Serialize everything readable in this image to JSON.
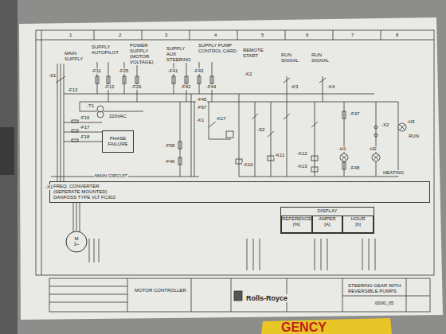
{
  "diagram": {
    "nodes": [
      {
        "text": [
          "PHASE FAILURE"
        ]
      },
      {
        "text": [
          "FREQ. CONVERTER (SEPERATE MOUNTED) DANFOSS TYPE VLT FC302"
        ]
      },
      {
        "text": [
          "DISPLAY"
        ]
      },
      {
        "text": [
          "REFERENCE",
          "[%]"
        ],
        "in": 2
      },
      {
        "text": [
          "AMPER",
          "[A]"
        ],
        "in": 2
      },
      {
        "text": [
          "HOUR",
          "[h]"
        ],
        "in": 2
      },
      {
        "text": [
          "M",
          "3~"
        ]
      }
    ],
    "edges": [
      {
        "from": 1,
        "to": 6,
        "arrow": "none"
      }
    ],
    "labels": [
      "1",
      "2",
      "3",
      "4",
      "5",
      "6",
      "7",
      "8",
      "MAIN SUPPLY",
      "SUPPLY AUTOPILOT",
      "POWER SUPPLY (MOTOR VOLTAGE)",
      "SUPPLY AUX STEERING",
      "SUPPLY PUMP CONTROL CARD",
      "REMOTE START",
      "RUN SIGNAL",
      "RUN SIGNAL",
      "-S1",
      "-F11",
      "-F12",
      "-F25",
      "-F26",
      "-F41",
      "-F42",
      "-F43",
      "-F44",
      "-F13",
      "-T1",
      "220VAC",
      "-F16",
      "-F17",
      "-F18",
      "-F45",
      "-F57",
      "-K1",
      "-K17",
      "-F58",
      "-F46",
      "MAIN CIRCUIT",
      "-K2",
      "-K10",
      "-K11",
      "-S2",
      "-K12",
      "-K13",
      "-K3",
      "-K4",
      "-F47",
      "-F48",
      "-H1",
      "-H2",
      "-H3",
      "-X2",
      "RUN",
      "HEATING",
      "-X1",
      "MOTOR CONTROLLER",
      "STEERING GEAR WITH REVERSIBLE PUMPS",
      "Rolls-Royce",
      "0000_05",
      "GENCY"
    ]
  }
}
